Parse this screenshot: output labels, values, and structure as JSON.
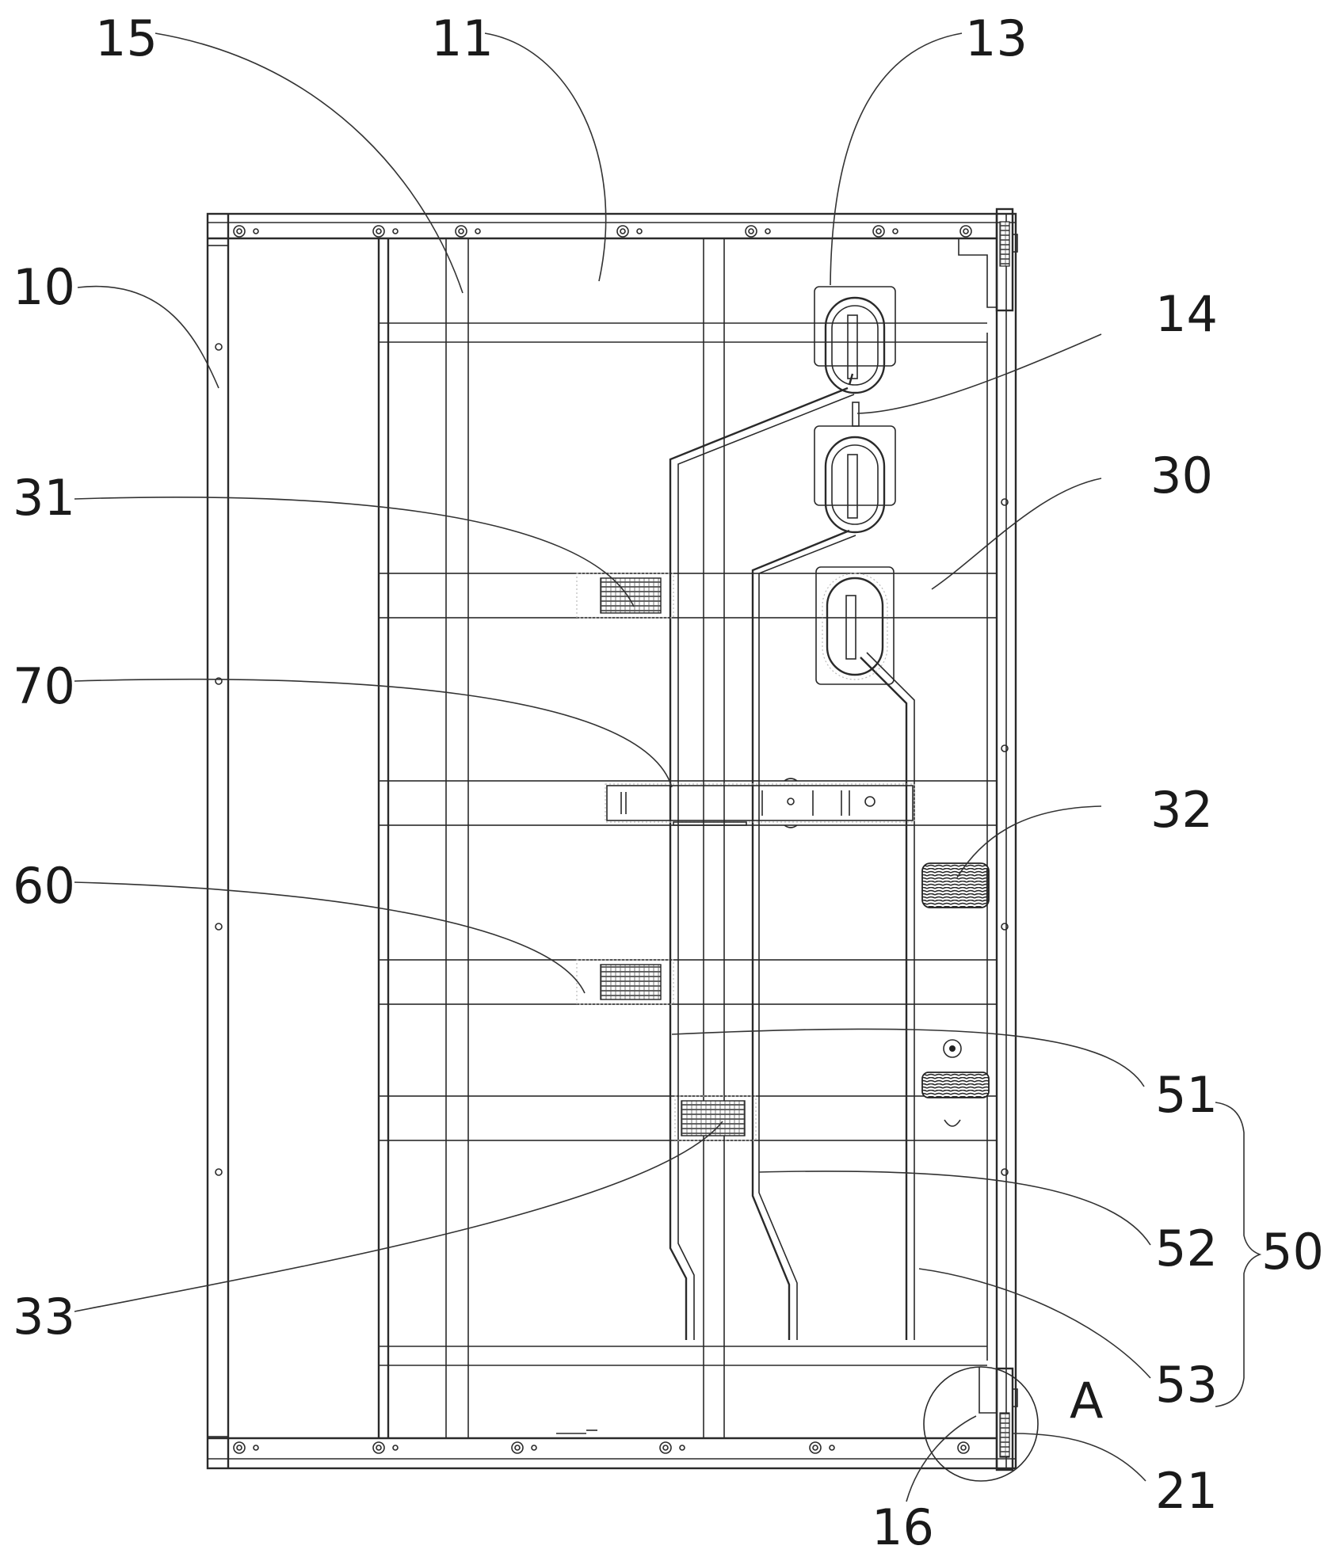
{
  "figure": {
    "labels": {
      "l10": "10",
      "l11": "11",
      "l13": "13",
      "l14": "14",
      "l15": "15",
      "l16": "16",
      "l21": "21",
      "l30": "30",
      "l31": "31",
      "l32": "32",
      "l33": "33",
      "l50": "50",
      "l51": "51",
      "l52": "52",
      "l53": "53",
      "l60": "60",
      "l70": "70",
      "lA": "A"
    }
  }
}
